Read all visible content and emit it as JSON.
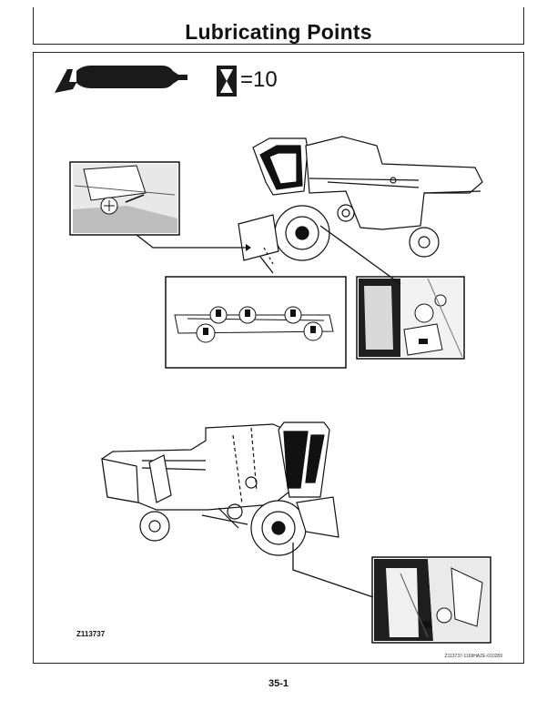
{
  "header": {
    "title": "Lubricating Points"
  },
  "interval": {
    "label": "=10"
  },
  "figure": {
    "id": "Z113737",
    "code": "Z113737-1169HAZE-010289"
  },
  "footer": {
    "page_number": "35-1"
  },
  "icons": {
    "grease_gun": "grease-gun-icon",
    "hourglass": "hourglass-icon"
  }
}
